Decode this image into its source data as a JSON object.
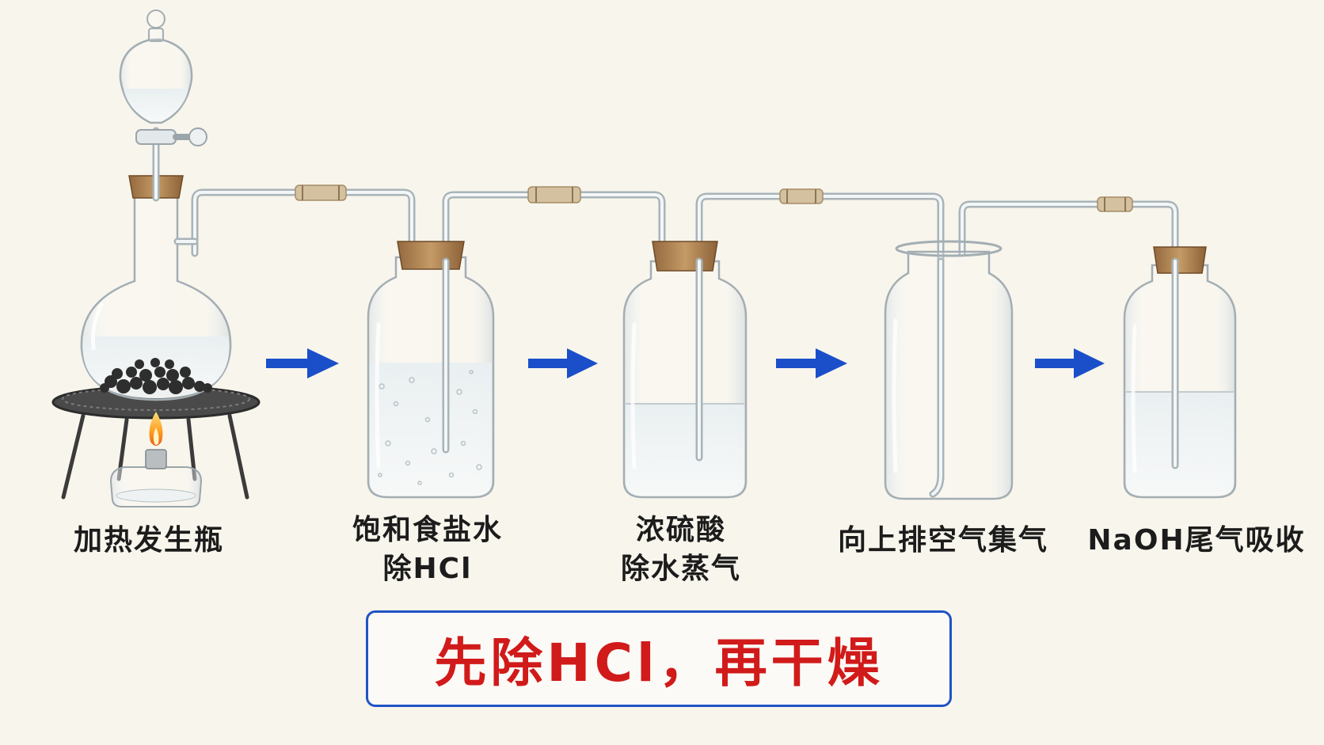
{
  "stations": [
    {
      "id": "generator",
      "lines": [
        "加热发生瓶"
      ]
    },
    {
      "id": "wash",
      "lines": [
        "饱和食盐水",
        "除HCl"
      ]
    },
    {
      "id": "dry",
      "lines": [
        "浓硫酸",
        "除水蒸气"
      ]
    },
    {
      "id": "collect",
      "lines": [
        "向上排空气集气"
      ]
    },
    {
      "id": "absorb",
      "lines": [
        "NaOH尾气吸收"
      ]
    }
  ],
  "summary": "先除HCl，再干燥",
  "colors": {
    "arrow": "#1a4fc9",
    "summary_text": "#d11a1a",
    "summary_border": "#1f54c4",
    "cork": "#b88a56",
    "connector": "#d3c1a0",
    "background": "#f8f5ec"
  }
}
